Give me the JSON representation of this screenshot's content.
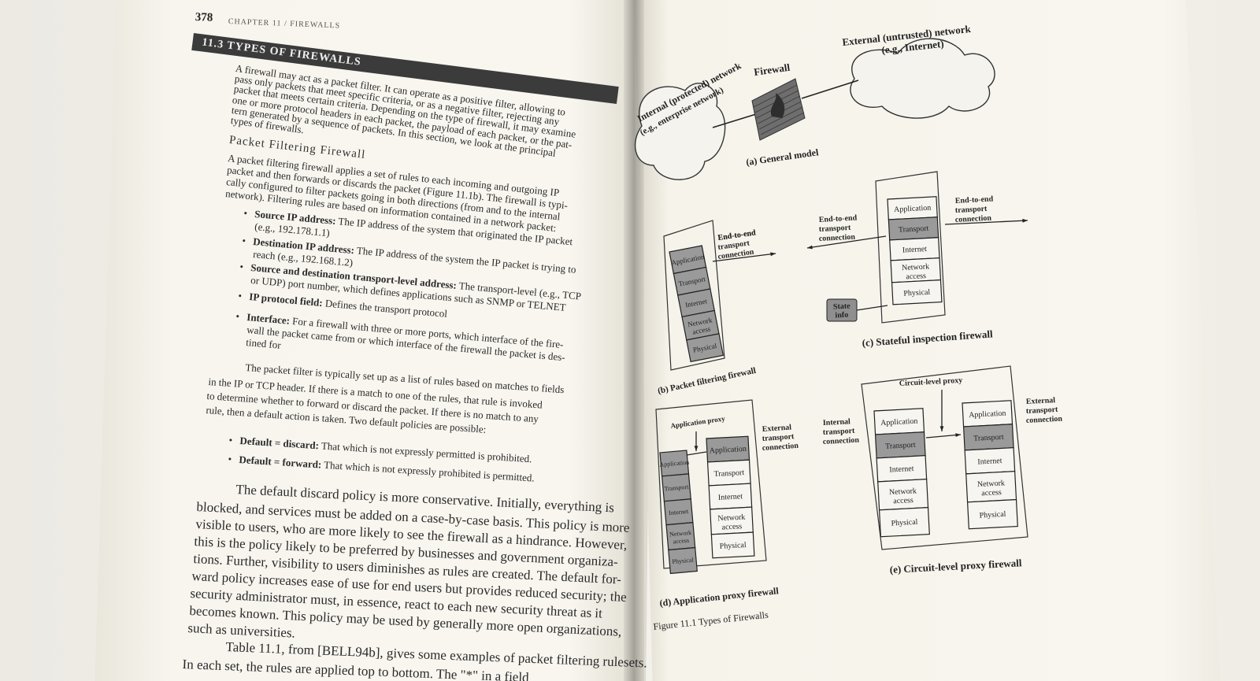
{
  "left_page": {
    "page_number": "378",
    "running_head": "CHAPTER 11 / FIREWALLS",
    "section_title": "11.3 TYPES OF FIREWALLS",
    "intro_lines": [
      "A firewall may act as a packet filter. It can operate as a positive filter, allowing to",
      "pass only packets that meet specific criteria, or as a negative filter, rejecting any",
      "packet that meets certain criteria. Depending on the type of firewall, it may examine",
      "one or more protocol headers in each packet, the payload of each packet, or the pat-",
      "tern generated by a sequence of packets. In this section, we look at the principal",
      "types of firewalls."
    ],
    "subheading": "Packet Filtering Firewall",
    "pf_lines": [
      "A packet filtering firewall applies a set of rules to each incoming and outgoing IP",
      "packet and then forwards or discards the packet (Figure 11.1b). The firewall is typi-",
      "cally configured to filter packets going in both directions (from and to the internal",
      "network). Filtering rules are based on information contained in a network packet:"
    ],
    "bullets": [
      {
        "term": "Source IP address:",
        "text": " The IP address of the system that originated the IP packet",
        "cont": "(e.g., 192.178.1.1)"
      },
      {
        "term": "Destination IP address:",
        "text": " The IP address of the system the IP packet is trying to",
        "cont": "reach (e.g., 192.168.1.2)"
      },
      {
        "term": "Source and destination transport-level address:",
        "text": " The transport-level (e.g., TCP",
        "cont": "or UDP) port number, which defines applications such as SNMP or TELNET"
      },
      {
        "term": "IP protocol field:",
        "text": " Defines the transport protocol",
        "cont": ""
      },
      {
        "term": "Interface:",
        "text": " For a firewall with three or more ports, which interface of the fire-",
        "cont": "wall the packet came from or which interface of the firewall the packet is des-",
        "cont2": "tined for"
      }
    ],
    "para2_lines": [
      "The packet filter is typically set up as a list of rules based on matches to fields",
      "in the IP or TCP header. If there is a match to one of the rules, that rule is invoked",
      "to determine whether to forward or discard the packet. If there is no match to any",
      "rule, then a default action is taken. Two default policies are possible:"
    ],
    "defaults": [
      {
        "term": "Default = discard:",
        "text": " That which is not expressly permitted is prohibited."
      },
      {
        "term": "Default = forward:",
        "text": " That which is not expressly prohibited is permitted."
      }
    ],
    "para3_lines": [
      "The default discard policy is more conservative. Initially, everything is",
      "blocked, and services must be added on a case-by-case basis. This policy is more",
      "visible to users, who are more likely to see the firewall as a hindrance. However,",
      "this is the policy likely to be preferred by businesses and government organiza-",
      "tions. Further, visibility to users diminishes as rules are created. The default for-",
      "ward policy increases ease of use for end users but provides reduced security; the",
      "security administrator must, in essence, react to each new security threat as it",
      "becomes known. This policy may be used by generally more open organizations,",
      "such as universities."
    ],
    "para4_lines": [
      "Table 11.1, from [BELL94b], gives some examples of packet filtering rulesets.",
      "In each set, the rules are applied top to bottom. The \"*\" in a field"
    ]
  },
  "figure": {
    "external_network": "External (untrusted) network",
    "external_network_sub": "(e.g., Internet)",
    "internal_network": "Internal (protected) network",
    "internal_network_sub": "(e.g., enterprise network)",
    "firewall_label": "Firewall",
    "caption_a": "(a) General model",
    "caption_b": "(b) Packet filtering firewall",
    "caption_c": "(c) Stateful inspection firewall",
    "caption_d": "(d) Application proxy firewall",
    "caption_e": "(e) Circuit-level proxy firewall",
    "figure_caption": "Figure 11.1  Types of Firewalls",
    "layers": [
      "Application",
      "Transport",
      "Internet",
      "Network access",
      "Physical"
    ],
    "end_to_end": "End-to-end transport connection",
    "state_info": "State info",
    "app_proxy": "Application proxy",
    "circuit_proxy": "Circuit-level proxy",
    "internal_conn": "Internal transport connection",
    "external_conn": "External transport connection"
  }
}
